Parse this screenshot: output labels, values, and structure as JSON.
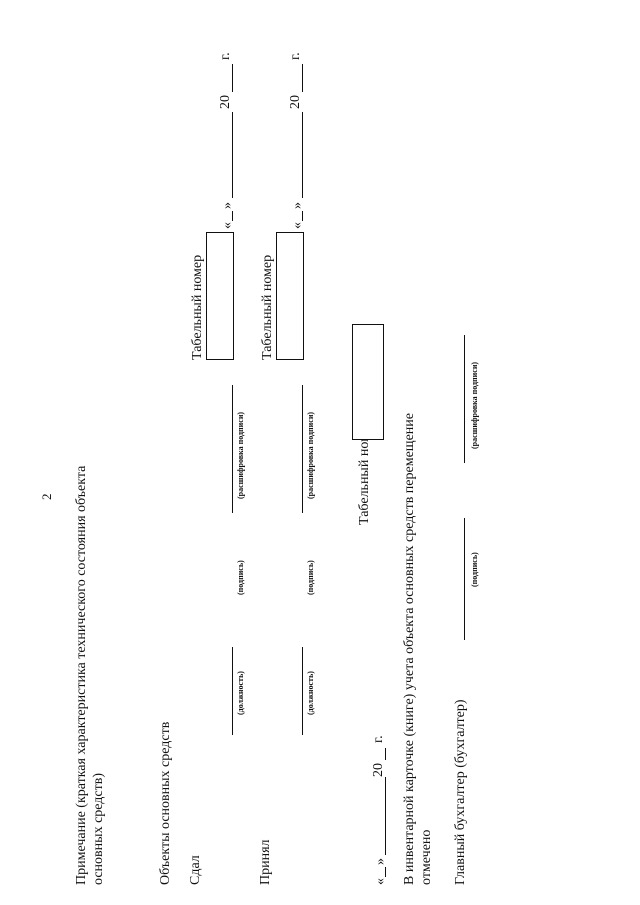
{
  "page_number": "2",
  "note": {
    "line1": "Примечание  (краткая  характеристика  технического  состояния  объекта",
    "line2": "основных средств)"
  },
  "objects_label": "Объекты основных средств",
  "handed": {
    "label": "Сдал",
    "position_caption": "(должность)",
    "signature_caption": "(подпись)",
    "decoding_caption": "(расшифровка подписи)",
    "tab_label": "Табельный номер",
    "date_open": "«",
    "date_close": "»",
    "year_prefix": "20",
    "year_suffix": "г."
  },
  "received": {
    "label": "Принял",
    "position_caption": "(должность)",
    "signature_caption": "(подпись)",
    "decoding_caption": "(расшифровка подписи)",
    "tab_label": "Табельный номер",
    "date_open": "«",
    "date_close": "»",
    "year_prefix": "20",
    "year_suffix": "г."
  },
  "bottom_date": {
    "open": "«",
    "close": "»",
    "year_prefix": "20",
    "year_suffix": "г."
  },
  "bottom_tab_label": "Табельный номер",
  "inventory": {
    "line1": "В инвентарной карточке (книге) учета объекта основных средств перемещение",
    "line2": "отмечено"
  },
  "chief_accountant": {
    "label": "Главный  бухгалтер  (бухгалтер)",
    "signature_caption": "(подпись)",
    "decoding_caption": "(расшифровка подписи)"
  }
}
